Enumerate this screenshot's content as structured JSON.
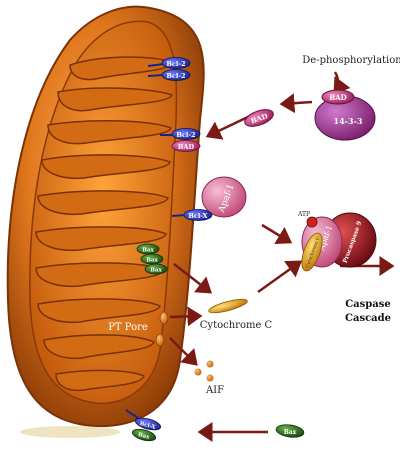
{
  "labels": {
    "dephosphorylation": "De-phosphorylation",
    "bad": "BAD",
    "p1433": "14-3-3",
    "bcl2": "Bcl-2",
    "bclx": "Bcl-X",
    "apaf1": "Apaf-1",
    "atp": "ATP",
    "procaspase9": "Procaspase 9",
    "cytc_short": "Cytochrome C",
    "bax": "Bax",
    "cytochrome_c": "Cytochrome C",
    "caspase_cascade_1": "Caspase",
    "caspase_cascade_2": "Cascade",
    "pt_pore": "PT Pore",
    "aif": "AIF"
  },
  "colors": {
    "mito_outer": "#d2691e",
    "mito_inner": "#ff8c1a",
    "arrow": "#7a1a14",
    "bcl_blue": "#2a3fbf",
    "bad_pink": "#d0438a",
    "bax_green": "#2e6b1e",
    "apaf_pink": "#e58aa8",
    "procaspase_red": "#b01e2a",
    "cytc_gold": "#e0a010",
    "aif_orange": "#e88a2a"
  }
}
